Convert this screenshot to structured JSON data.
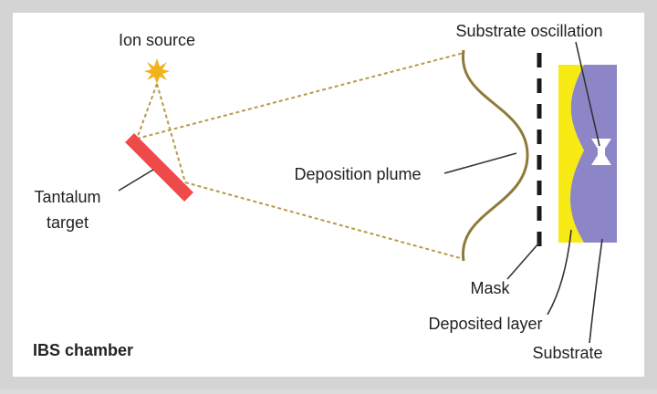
{
  "labels": {
    "ion_source": "Ion source",
    "substrate_oscillation": "Substrate oscillation",
    "deposition_plume": "Deposition plume",
    "tantalum_target_line1": "Tantalum",
    "tantalum_target_line2": "target",
    "mask": "Mask",
    "deposited_layer": "Deposited layer",
    "substrate": "Substrate",
    "chamber": "IBS chamber"
  },
  "colors": {
    "frame_border": "#d4d4d4",
    "panel": "#ffffff",
    "target": "#ef4a4a",
    "ion_source": "#f2b21a",
    "plume_lines": "#b89a4c",
    "curve": "#8e7a3a",
    "deposited_layer": "#f7ea15",
    "substrate": "#8d86c6",
    "mask": "#1a1a1a",
    "leader": "#333333"
  }
}
